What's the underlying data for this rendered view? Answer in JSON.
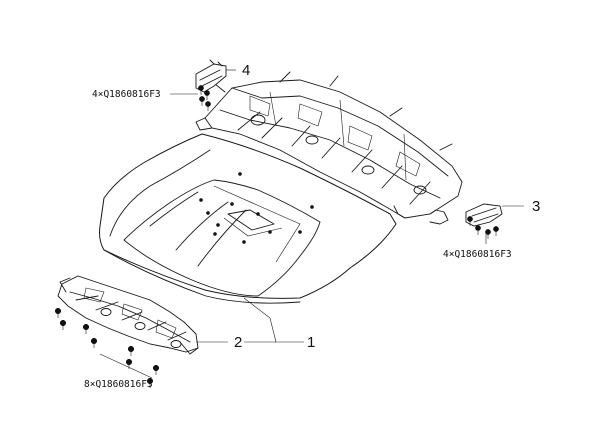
{
  "callouts": {
    "c1": "1",
    "c2": "2",
    "c3": "3",
    "c4": "4"
  },
  "quantities": {
    "q4": "4×Q1860816F3",
    "q3": "4×Q1860816F3",
    "q2": "8×Q1860816F3"
  },
  "colors": {
    "line": "#1a1a1a",
    "background": "#ffffff"
  }
}
